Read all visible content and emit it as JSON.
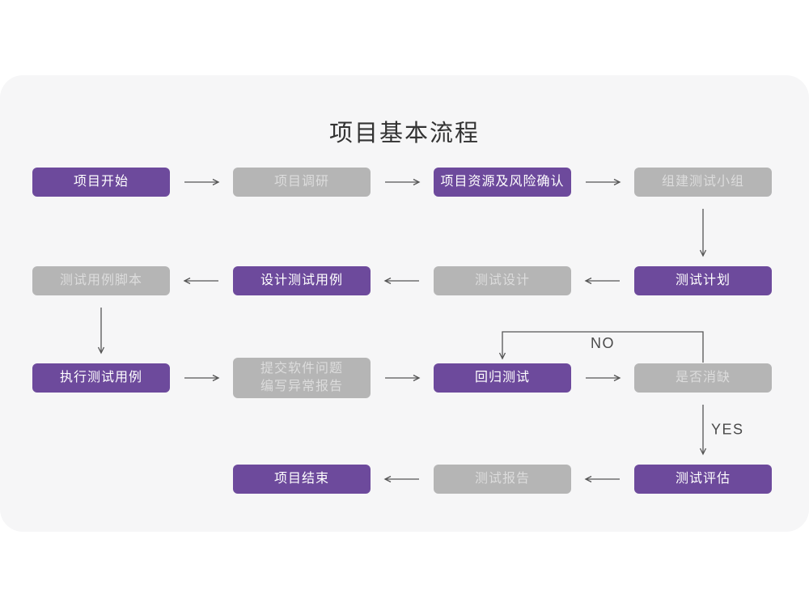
{
  "page": {
    "title": "项目基本流程"
  },
  "colors": {
    "purple": "#6d4a9c",
    "gray": "#b5b5b5",
    "purple_text": "#ffffff",
    "gray_text": "#dcdcdc",
    "card_bg": "#f6f6f7",
    "page_bg": "#ffffff",
    "arrow": "#555555",
    "label_text": "#4a4a4a"
  },
  "nodes": [
    {
      "id": "start",
      "label": "项目开始",
      "variant": "purple",
      "col": 0,
      "row": 0
    },
    {
      "id": "research",
      "label": "项目调研",
      "variant": "gray",
      "col": 1,
      "row": 0
    },
    {
      "id": "risk",
      "label": "项目资源及风险确认",
      "variant": "purple",
      "col": 2,
      "row": 0
    },
    {
      "id": "team",
      "label": "组建测试小组",
      "variant": "gray",
      "col": 3,
      "row": 0
    },
    {
      "id": "script",
      "label": "测试用例脚本",
      "variant": "gray",
      "col": 0,
      "row": 1
    },
    {
      "id": "design-case",
      "label": "设计测试用例",
      "variant": "purple",
      "col": 1,
      "row": 1
    },
    {
      "id": "test-design",
      "label": "测试设计",
      "variant": "gray",
      "col": 2,
      "row": 1
    },
    {
      "id": "plan",
      "label": "测试计划",
      "variant": "purple",
      "col": 3,
      "row": 1
    },
    {
      "id": "execute",
      "label": "执行测试用例",
      "variant": "purple",
      "col": 0,
      "row": 2
    },
    {
      "id": "report-issue",
      "label": "提交软件问题 编写异常报告",
      "lines": [
        "提交软件问题",
        "编写异常报告"
      ],
      "variant": "gray",
      "col": 1,
      "row": 2
    },
    {
      "id": "regression",
      "label": "回归测试",
      "variant": "purple",
      "col": 2,
      "row": 2
    },
    {
      "id": "defect-cleared",
      "label": "是否消缺",
      "variant": "gray",
      "col": 3,
      "row": 2
    },
    {
      "id": "end",
      "label": "项目结束",
      "variant": "purple",
      "col": 1,
      "row": 3
    },
    {
      "id": "test-report",
      "label": "测试报告",
      "variant": "gray",
      "col": 2,
      "row": 3
    },
    {
      "id": "evaluate",
      "label": "测试评估",
      "variant": "purple",
      "col": 3,
      "row": 3
    }
  ],
  "edges": [
    {
      "from": "start",
      "to": "research"
    },
    {
      "from": "research",
      "to": "risk"
    },
    {
      "from": "risk",
      "to": "team"
    },
    {
      "from": "team",
      "to": "plan"
    },
    {
      "from": "plan",
      "to": "test-design"
    },
    {
      "from": "test-design",
      "to": "design-case"
    },
    {
      "from": "design-case",
      "to": "script"
    },
    {
      "from": "script",
      "to": "execute"
    },
    {
      "from": "execute",
      "to": "report-issue"
    },
    {
      "from": "report-issue",
      "to": "regression"
    },
    {
      "from": "regression",
      "to": "defect-cleared"
    },
    {
      "from": "defect-cleared",
      "to": "regression",
      "type": "loop",
      "label": "NO"
    },
    {
      "from": "defect-cleared",
      "to": "evaluate",
      "label": "YES"
    },
    {
      "from": "evaluate",
      "to": "test-report"
    },
    {
      "from": "test-report",
      "to": "end"
    }
  ]
}
